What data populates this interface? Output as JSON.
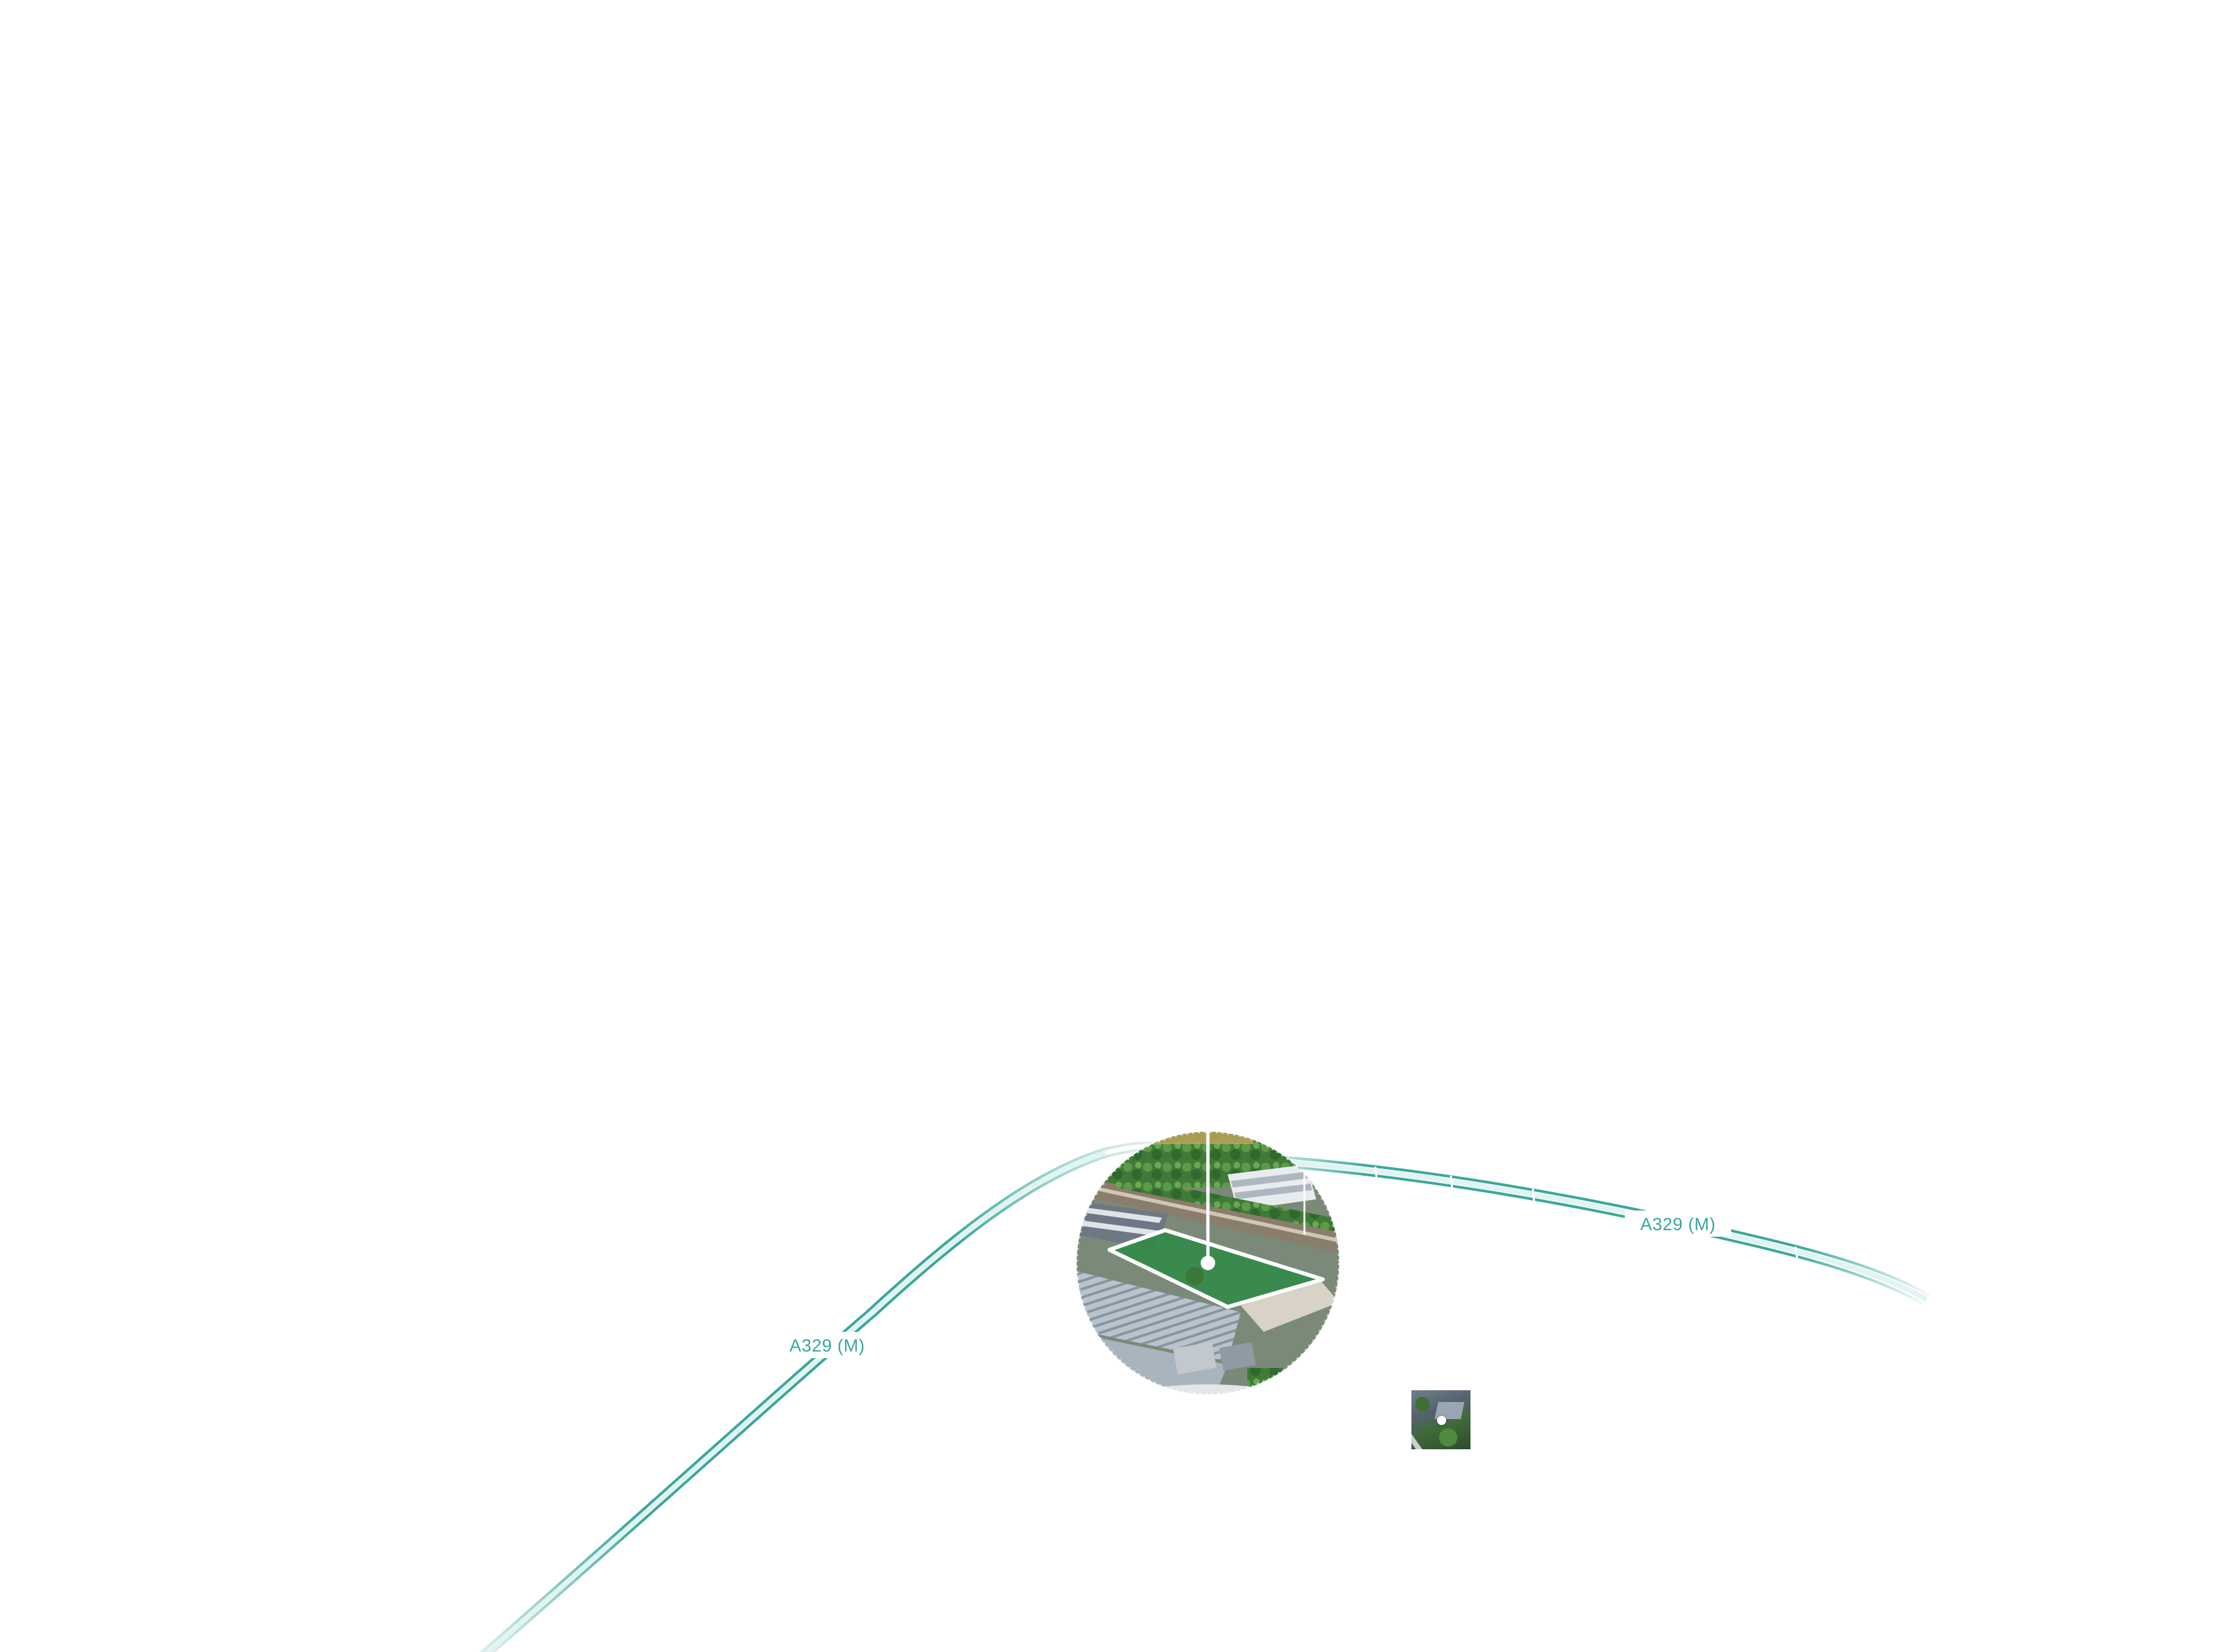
{
  "map": {
    "colors": {
      "road": "#3aa79c",
      "road_light": "#bfe7e2",
      "road_label": "#3aa79c",
      "site_fill": "#2f8a45",
      "site_outline": "#ffffff",
      "background": "#ffffff"
    },
    "roads": [
      {
        "label": "A329 (M)"
      },
      {
        "label": "A329 (M)"
      }
    ],
    "site_marker": {
      "type": "aerial-photo-circle",
      "highlight": "site boundary"
    },
    "thumbnail_marker": {
      "type": "aerial-photo-thumbnail"
    }
  }
}
